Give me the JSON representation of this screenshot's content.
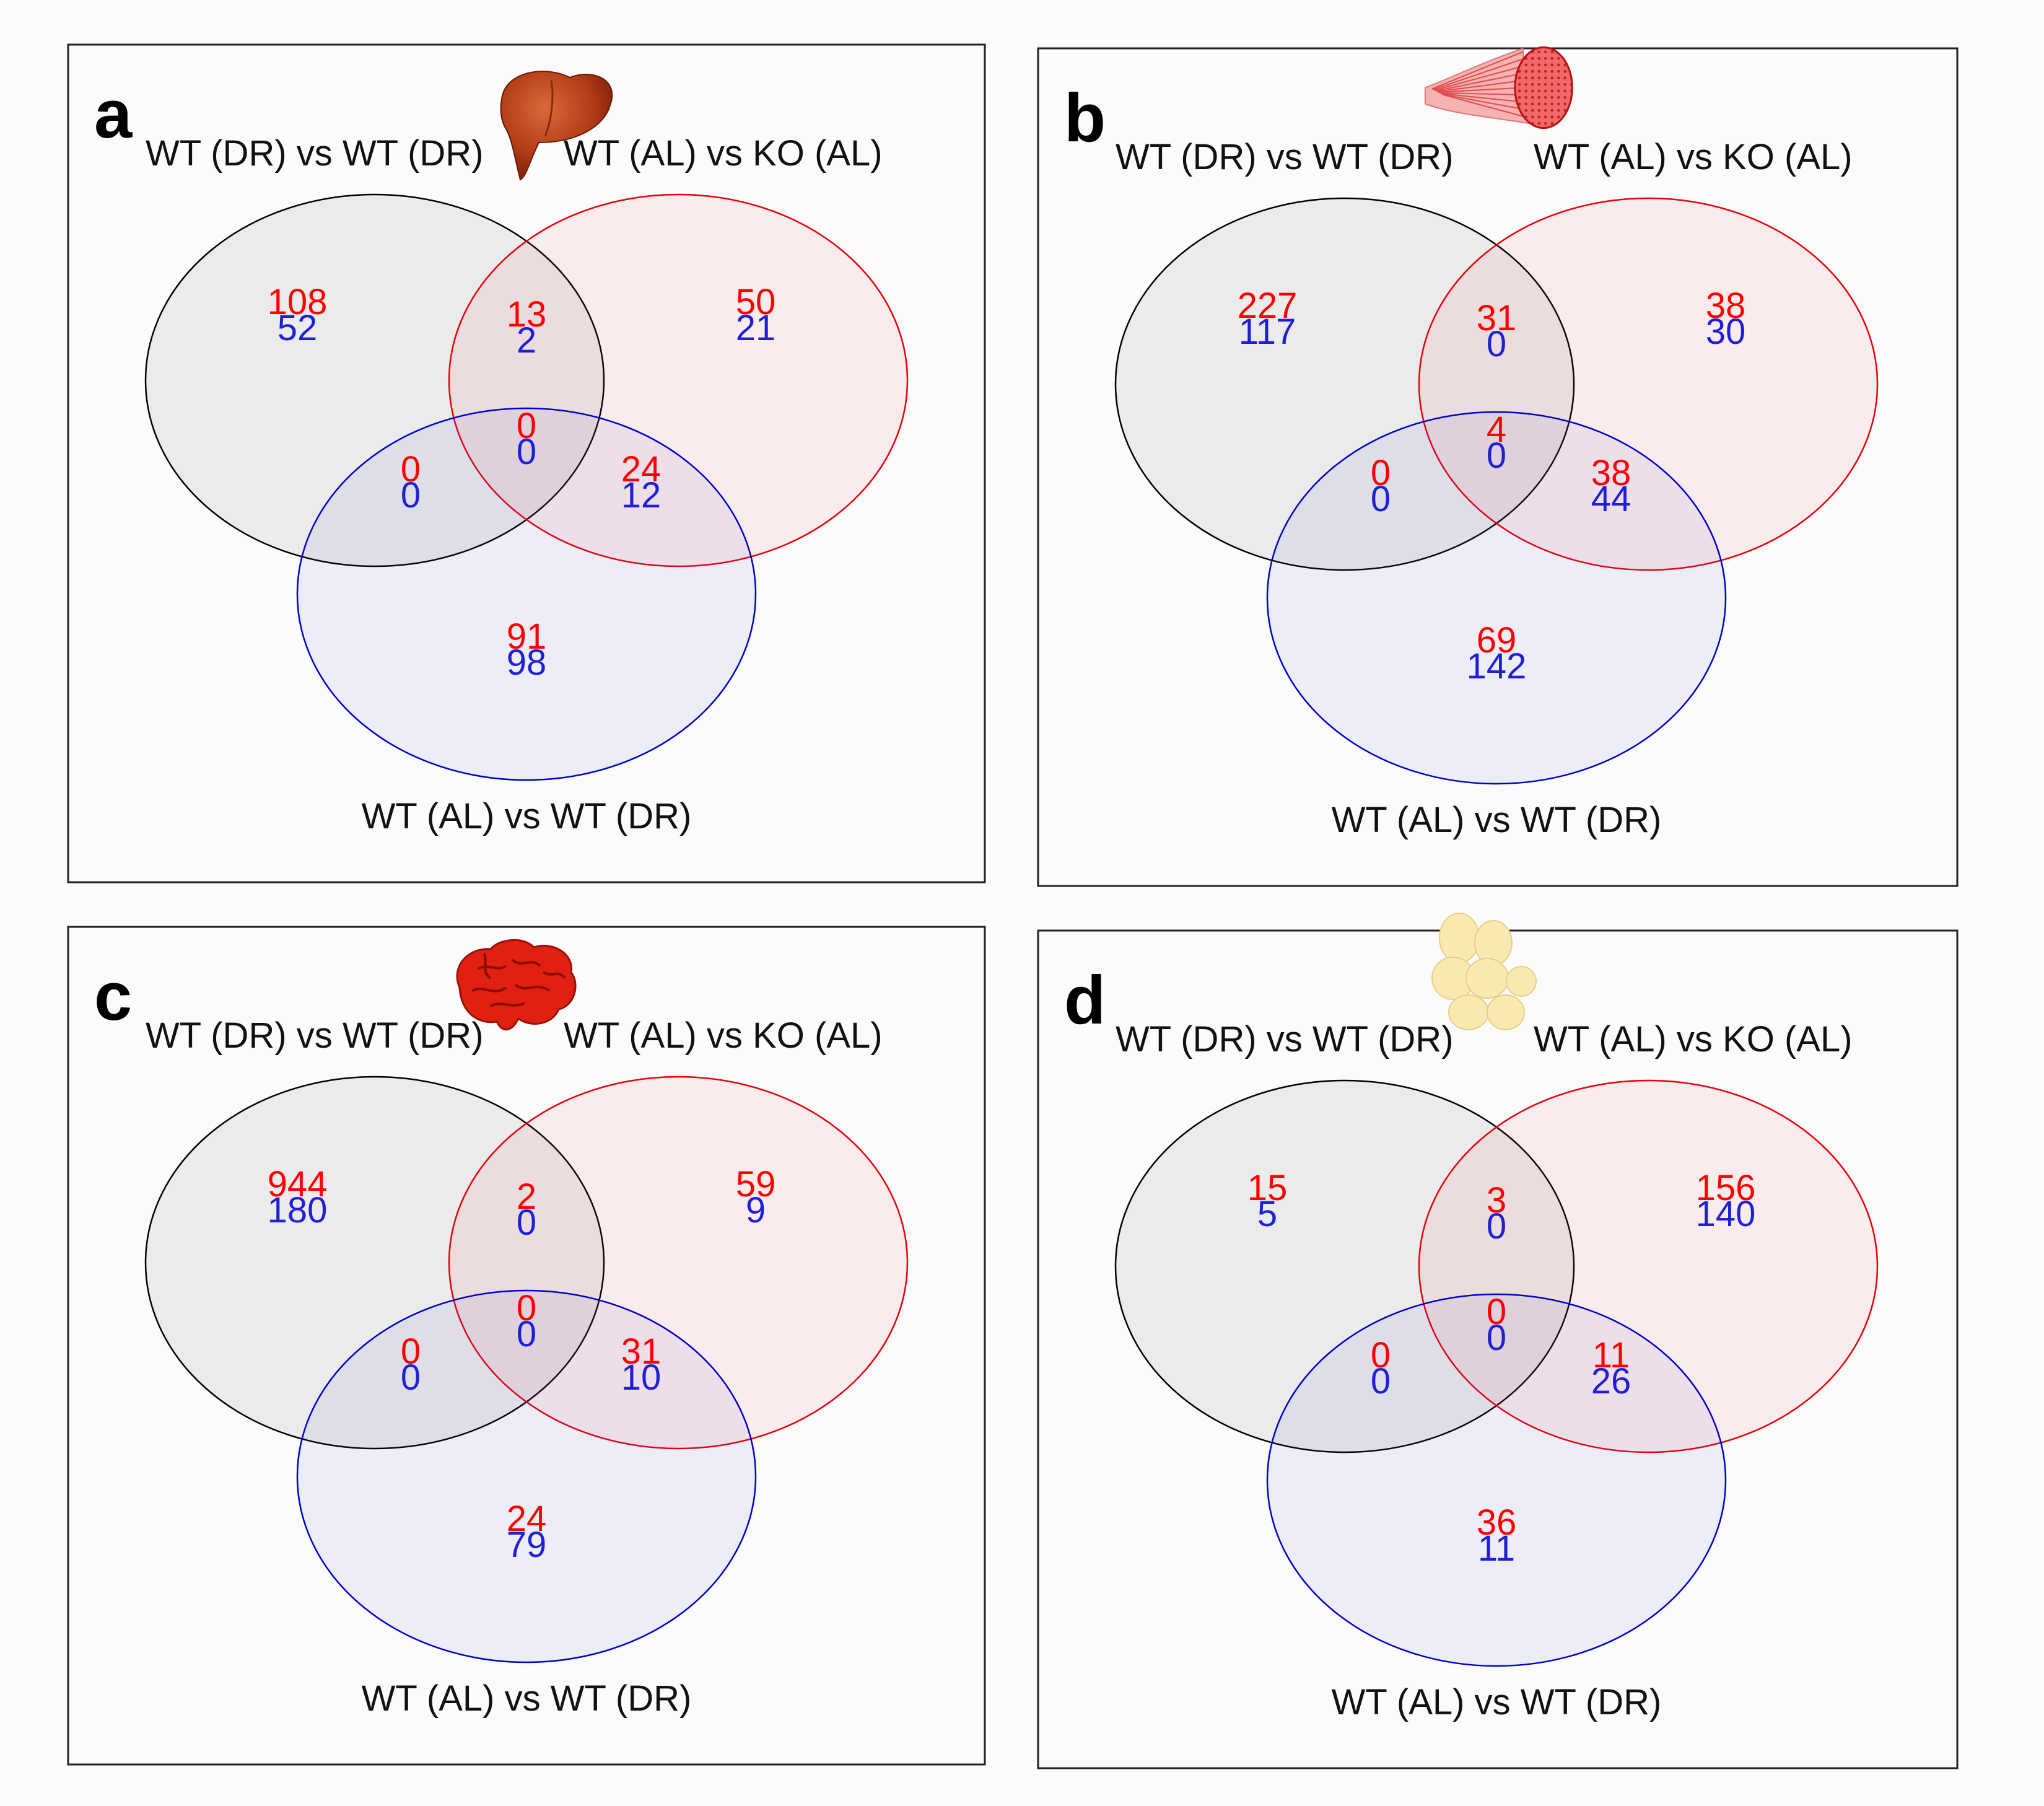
{
  "colors": {
    "set_dr": "#000000",
    "set_ko": "#e8000b",
    "set_al": "#0000c8",
    "count_up": "#ff0000",
    "count_down": "#1f1fd6"
  },
  "panels": [
    {
      "letter": "a",
      "icon": "liver-icon",
      "labels": {
        "left": "WT (DR) vs WT (DR)",
        "right": "WT (AL) vs KO (AL)",
        "bottom": "WT (AL) vs WT (DR)"
      },
      "regions": {
        "left_only": {
          "up": "108",
          "down": "52"
        },
        "left_right": {
          "up": "13",
          "down": "2"
        },
        "right_only": {
          "up": "50",
          "down": "21"
        },
        "center": {
          "up": "0",
          "down": "0"
        },
        "left_bottom": {
          "up": "0",
          "down": "0"
        },
        "right_bottom": {
          "up": "24",
          "down": "12"
        },
        "bottom_only": {
          "up": "91",
          "down": "98"
        }
      }
    },
    {
      "letter": "b",
      "icon": "muscle-icon",
      "labels": {
        "left": "WT (DR) vs WT (DR)",
        "right": "WT (AL) vs KO (AL)",
        "bottom": "WT (AL) vs WT (DR)"
      },
      "regions": {
        "left_only": {
          "up": "227",
          "down": "117"
        },
        "left_right": {
          "up": "31",
          "down": "0"
        },
        "right_only": {
          "up": "38",
          "down": "30"
        },
        "center": {
          "up": "4",
          "down": "0"
        },
        "left_bottom": {
          "up": "0",
          "down": "0"
        },
        "right_bottom": {
          "up": "38",
          "down": "44"
        },
        "bottom_only": {
          "up": "69",
          "down": "142"
        }
      }
    },
    {
      "letter": "c",
      "icon": "brain-icon",
      "labels": {
        "left": "WT (DR) vs WT (DR)",
        "right": "WT (AL) vs KO (AL)",
        "bottom": "WT (AL) vs WT (DR)"
      },
      "regions": {
        "left_only": {
          "up": "944",
          "down": "180"
        },
        "left_right": {
          "up": "2",
          "down": "0"
        },
        "right_only": {
          "up": "59",
          "down": "9"
        },
        "center": {
          "up": "0",
          "down": "0"
        },
        "left_bottom": {
          "up": "0",
          "down": "0"
        },
        "right_bottom": {
          "up": "31",
          "down": "10"
        },
        "bottom_only": {
          "up": "24",
          "down": "79"
        }
      }
    },
    {
      "letter": "d",
      "icon": "fat-cells-icon",
      "labels": {
        "left": "WT (DR) vs WT (DR)",
        "right": "WT (AL) vs KO (AL)",
        "bottom": "WT (AL) vs WT (DR)"
      },
      "regions": {
        "left_only": {
          "up": "15",
          "down": "5"
        },
        "left_right": {
          "up": "3",
          "down": "0"
        },
        "right_only": {
          "up": "156",
          "down": "140"
        },
        "center": {
          "up": "0",
          "down": "0"
        },
        "left_bottom": {
          "up": "0",
          "down": "0"
        },
        "right_bottom": {
          "up": "11",
          "down": "26"
        },
        "bottom_only": {
          "up": "36",
          "down": "11"
        }
      }
    }
  ]
}
